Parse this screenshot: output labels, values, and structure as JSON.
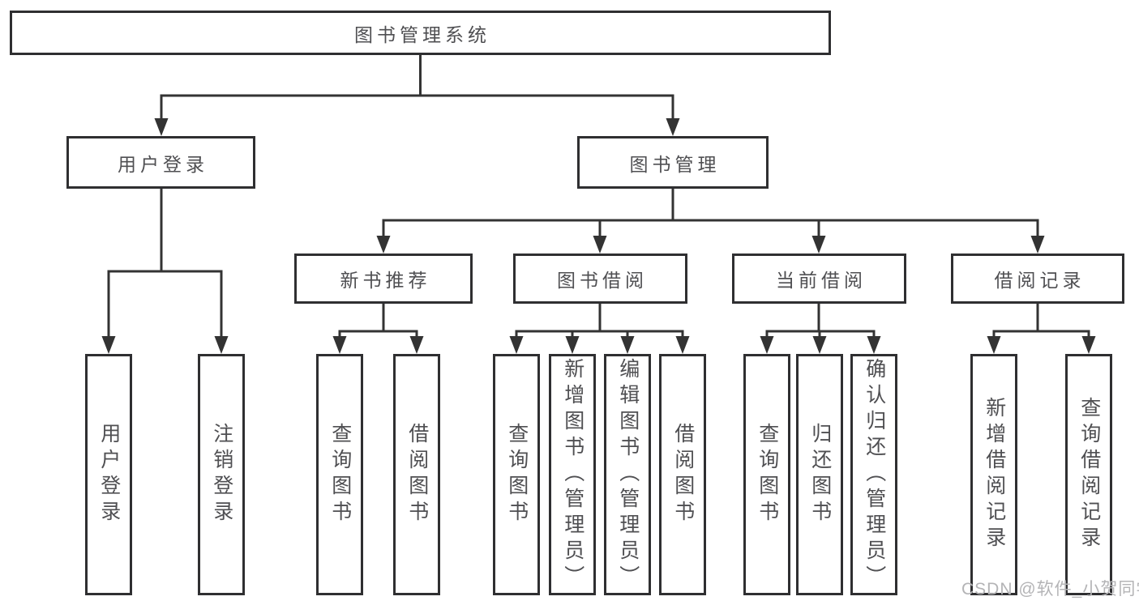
{
  "nodes": {
    "root": "图书管理系统",
    "user_login": "用户登录",
    "book_mgmt": "图书管理",
    "new_book": "新书推荐",
    "book_borrow": "图书借阅",
    "current_borrow": "当前借阅",
    "borrow_records": "借阅记录",
    "a1": "用户登录",
    "a2": "注销登录",
    "b1": "查询图书",
    "b2": "借阅图书",
    "c1": "查询图书",
    "c2": "新增图书（管理员）",
    "c3": "编辑图书（管理员）",
    "c4": "借阅图书",
    "d1": "查询图书",
    "d2": "归还图书",
    "d3": "确认归还（管理员）",
    "e1": "新增借阅记录",
    "e2": "查询借阅记录"
  },
  "watermark": "CSDN @软件_小贺同学",
  "colors": {
    "line": "#333333",
    "border": "#2f2f31",
    "text": "#4f4f52",
    "watermark": "#b4b4b6",
    "background": "#ffffff"
  }
}
